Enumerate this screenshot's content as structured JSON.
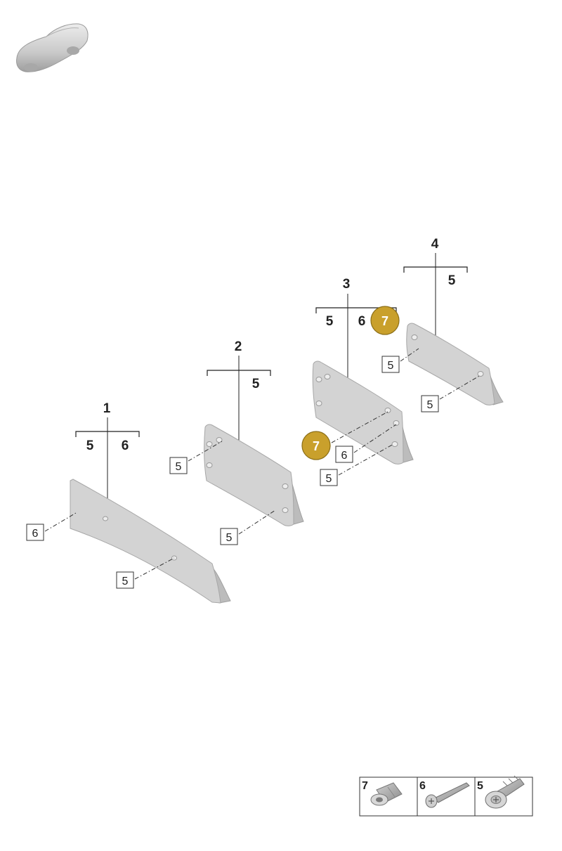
{
  "parts": [
    {
      "id": "1",
      "label": "1",
      "sub": [
        "5",
        "6"
      ]
    },
    {
      "id": "2",
      "label": "2",
      "sub": [
        "5"
      ]
    },
    {
      "id": "3",
      "label": "3",
      "sub": [
        "5",
        "6"
      ],
      "badge": "7"
    },
    {
      "id": "4",
      "label": "4",
      "sub": [
        "5"
      ]
    }
  ],
  "callouts": {
    "p1_left": "6",
    "p1_bottom": "5",
    "p2_left": "5",
    "p2_bottom": "5",
    "p3_badge": "7",
    "p3_mid": "6",
    "p3_bottom": "5",
    "p4_left": "5",
    "p4_bottom": "5"
  },
  "legend": [
    {
      "number": "7",
      "icon": "rivet-nut-icon"
    },
    {
      "number": "6",
      "icon": "screw-icon"
    },
    {
      "number": "5",
      "icon": "clip-screw-icon"
    }
  ],
  "colors": {
    "badge_fill": "#c9a02c",
    "part_fill": "#d3d3d3",
    "line": "#222222"
  },
  "thumbnail_icon": "car-thumbnail-icon"
}
